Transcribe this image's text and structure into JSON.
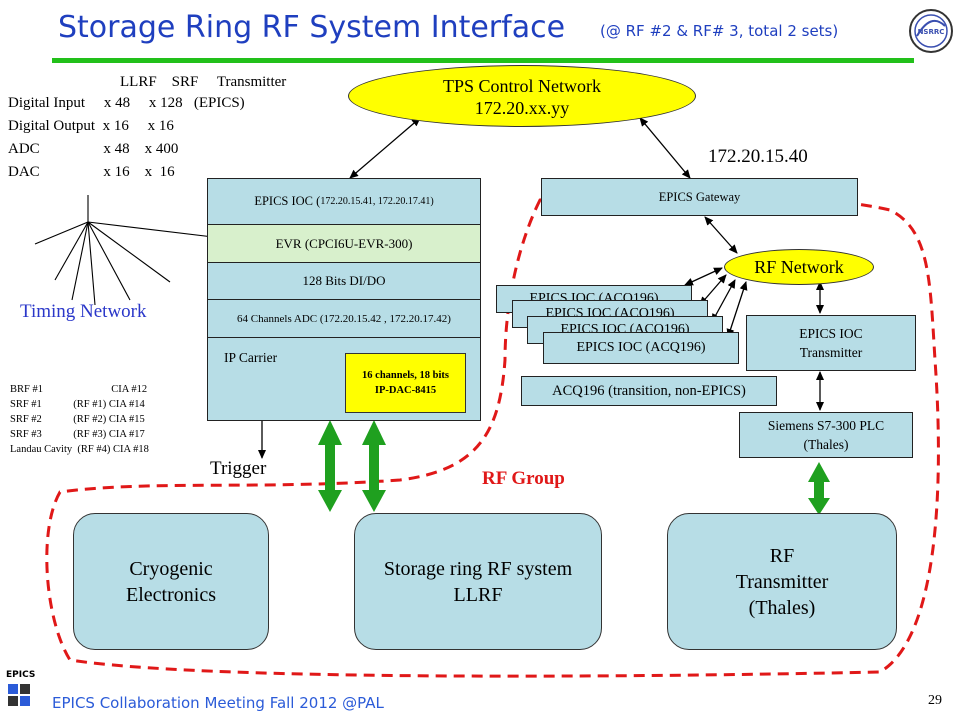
{
  "header": {
    "title": "Storage Ring RF System Interface",
    "subtitle": "(@ RF #2 & RF# 3,  total 2 sets)",
    "logo_text": "NSRRC"
  },
  "io_table": {
    "header": "LLRF    SRF     Transmitter",
    "rows": [
      "Digital Input     x 48     x 128   (EPICS)",
      "Digital Output  x 16     x 16",
      "ADC                 x 48    x 400",
      "DAC                 x 16    x  16"
    ]
  },
  "control_network": {
    "line1": "TPS Control Network",
    "line2": "172.20.xx.yy"
  },
  "gateway_ip": "172.20.15.40",
  "ioc_stack": {
    "rows": [
      "EPICS IOC (",
      "EVR (CPCI6U-EVR-300)",
      "128 Bits DI/DO",
      "64 Channels ADC (172.20.15.42 , 172.20.17.42)",
      "IP Carrier"
    ],
    "ioc_ips": "172.20.15.41, 172.20.17.41)",
    "dac_line1": "16 channels, 18 bits",
    "dac_line2": "IP-DAC-8415"
  },
  "timing_label": "Timing Network",
  "cia_table": [
    "BRF #1                          CIA #12",
    "SRF #1            (RF #1) CIA #14",
    "SRF #2            (RF #2) CIA #15",
    "SRF #3            (RF #3) CIA #17",
    "Landau Cavity  (RF #4) CIA #18"
  ],
  "trigger_label": "Trigger",
  "gateway_label": "EPICS Gateway",
  "rf_network": "RF Network",
  "acq_iocs": [
    "EPICS IOC (ACQ196)",
    "EPICS IOC (ACQ196)",
    "EPICS IOC (ACQ196)",
    "EPICS IOC (ACQ196)"
  ],
  "acq_transition": "ACQ196 (transition, non-EPICS)",
  "transmitter_ioc": {
    "line1": "EPICS IOC",
    "line2": "Transmitter"
  },
  "plc": {
    "line1": "Siemens S7-300 PLC",
    "line2": "(Thales)"
  },
  "rf_group_label": "RF Group",
  "systems": {
    "cryo": {
      "line1": "Cryogenic",
      "line2": "Electronics"
    },
    "llrf": {
      "line1": "Storage ring RF system",
      "line2": "LLRF"
    },
    "transmitter": {
      "line1": "RF",
      "line2": "Transmitter",
      "line3": "(Thales)"
    }
  },
  "footer": {
    "epics_logo": "EPICS",
    "text": "EPICS Collaboration Meeting Fall 2012 @PAL",
    "page": "29"
  },
  "colors": {
    "title": "#1f3fbf",
    "rule": "#22c01a",
    "box": "#b7dde6",
    "dac": "#ffff00",
    "ellipse": "#ffff00",
    "dashed": "#e01818",
    "arrow_green": "#1fa01f",
    "footer": "#2b5bd8"
  }
}
